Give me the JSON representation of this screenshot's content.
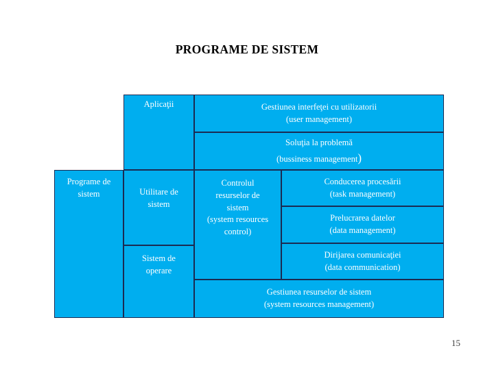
{
  "slide": {
    "title": "PROGRAME DE SISTEM",
    "page_number": "15",
    "colors": {
      "cell_fill": "#00AEEF",
      "cell_border": "#1b2a52",
      "cell_text": "#ffffff",
      "title_text": "#000000",
      "background": "#ffffff",
      "page_number_text": "#3f3f3f"
    }
  },
  "diagram": {
    "type": "hierarchy-matrix",
    "cells": {
      "programe_sistem": "Programe de\nsistem",
      "aplicatii": "Aplicaţii",
      "utilitare_sistem": "Utilitare de\nsistem",
      "sistem_operare": "Sistem de\noperare",
      "user_management": "Gestiunea interfeţei cu utilizatorii\n(user management)",
      "business_management_line1": "Soluţia la problemă",
      "business_management_line2": "(bussiness management",
      "business_management_paren": ")",
      "system_resources_control": "Controlul\nresurselor de\nsistem\n(system resources\ncontrol)",
      "task_management": "Conducerea procesării\n(task management)",
      "data_management": "Prelucrarea datelor\n(data management)",
      "data_communication": "Dirijarea comunicaţiei\n(data communication)",
      "system_resources_management": "Gestiunea resurselor de sistem\n(system resources management)"
    }
  }
}
